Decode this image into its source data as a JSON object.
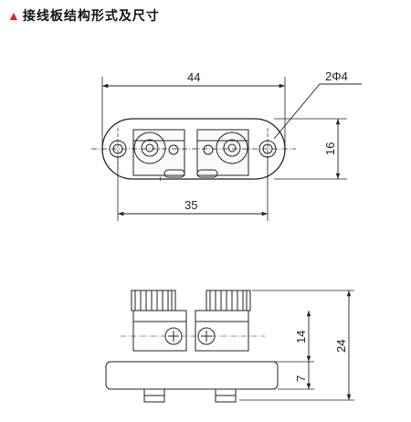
{
  "title": {
    "marker": "▲",
    "text": "接线板结构形式及尺寸"
  },
  "top_view": {
    "dim_width": "44",
    "dim_hole": "2Φ4",
    "dim_height": "16",
    "dim_pitch": "35",
    "plus": "+",
    "minus": "−"
  },
  "side_view": {
    "dim_upper": "14",
    "dim_base": "7",
    "dim_total": "24"
  }
}
